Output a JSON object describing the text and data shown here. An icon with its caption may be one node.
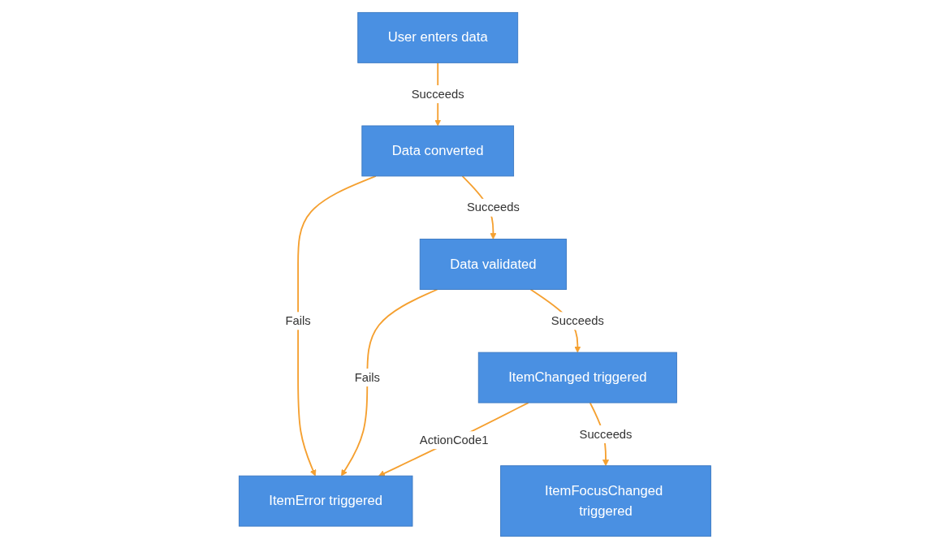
{
  "diagram": {
    "nodes": [
      {
        "text": [
          "User enters data"
        ]
      },
      {
        "text": [
          "Data converted"
        ]
      },
      {
        "text": [
          "Data validated"
        ]
      },
      {
        "text": [
          "ItemChanged triggered"
        ]
      },
      {
        "text": [
          "ItemFocusChanged triggered"
        ]
      },
      {
        "text": [
          "ItemError triggered"
        ]
      }
    ],
    "edges": [
      {
        "from": 0,
        "to": 1,
        "arrow": "to",
        "label": "Succeeds"
      },
      {
        "from": 1,
        "to": 5,
        "arrow": "to",
        "label": "Fails"
      },
      {
        "from": 1,
        "to": 2,
        "arrow": "to",
        "label": "Succeeds"
      },
      {
        "from": 2,
        "to": 5,
        "arrow": "to",
        "label": "Fails"
      },
      {
        "from": 2,
        "to": 3,
        "arrow": "to",
        "label": "Succeeds"
      },
      {
        "from": 3,
        "to": 5,
        "arrow": "to",
        "label": "ActionCode1"
      },
      {
        "from": 3,
        "to": 4,
        "arrow": "to",
        "label": "Succeeds"
      }
    ]
  }
}
